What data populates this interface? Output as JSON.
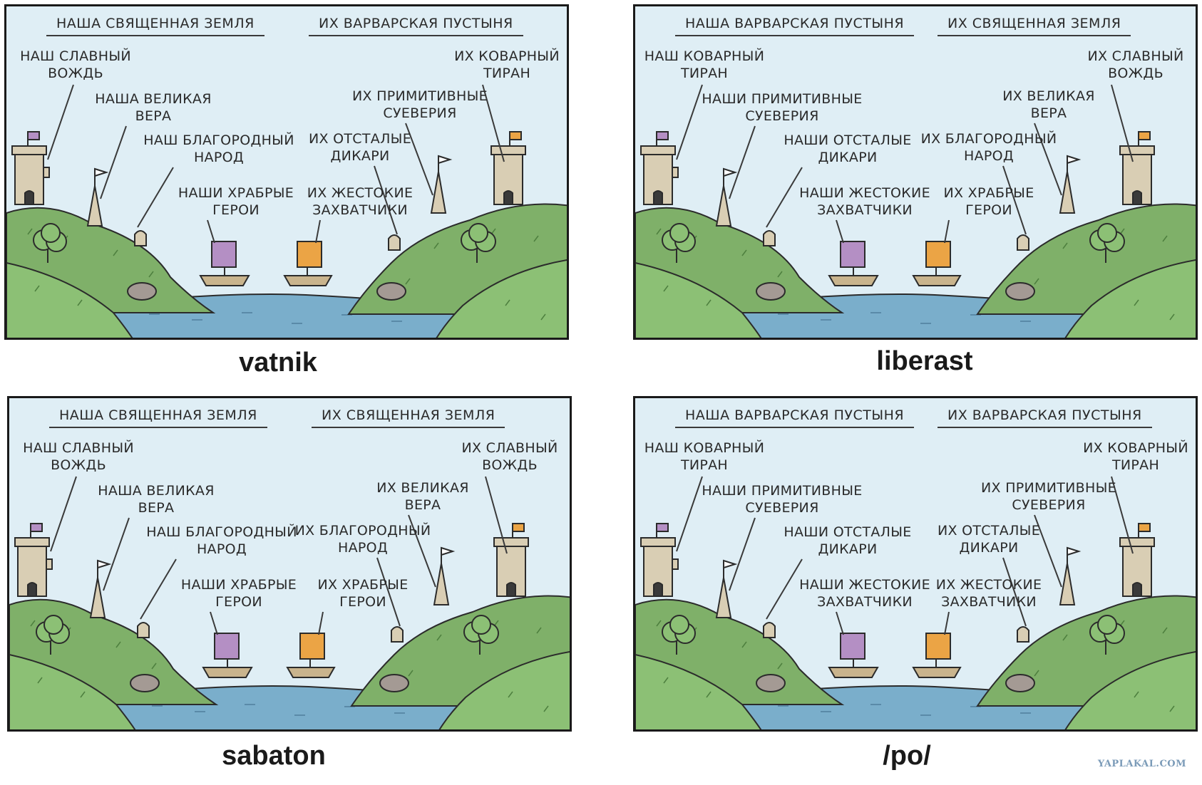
{
  "panels": [
    {
      "id": "vatnik",
      "header_left": "НАША СВЯЩЕННАЯ ЗЕМЛЯ",
      "header_right": "ИХ ВАРВАРСКАЯ ПУСТЫНЯ",
      "left": [
        "НАШ СЛАВНЫЙ\nВОЖДЬ",
        "НАША ВЕЛИКАЯ\nВЕРА",
        "НАШ БЛАГОРОДНЫЙ\nНАРОД",
        "НАШИ ХРАБРЫЕ\nГЕРОИ"
      ],
      "right": [
        "ИХ КОВАРНЫЙ\nТИРАН",
        "ИХ ПРИМИТИВНЫЕ\nСУЕВЕРИЯ",
        "ИХ ОТСТАЛЫЕ\nДИКАРИ",
        "ИХ ЖЕСТОКИЕ\nЗАХВАТЧИКИ"
      ],
      "caption": "vatnik"
    },
    {
      "id": "liberast",
      "header_left": "НАША ВАРВАРСКАЯ ПУСТЫНЯ",
      "header_right": "ИХ СВЯЩЕННАЯ ЗЕМЛЯ",
      "left": [
        "НАШ КОВАРНЫЙ\nТИРАН",
        "НАШИ ПРИМИТИВНЫЕ\nСУЕВЕРИЯ",
        "НАШИ ОТСТАЛЫЕ\nДИКАРИ",
        "НАШИ ЖЕСТОКИЕ\nЗАХВАТЧИКИ"
      ],
      "right": [
        "ИХ СЛАВНЫЙ\nВОЖДЬ",
        "ИХ ВЕЛИКАЯ\nВЕРА",
        "ИХ БЛАГОРОДНЫЙ\nНАРОД",
        "ИХ ХРАБРЫЕ\nГЕРОИ"
      ],
      "caption": "liberast"
    },
    {
      "id": "sabaton",
      "header_left": "НАША СВЯЩЕННАЯ ЗЕМЛЯ",
      "header_right": "ИХ СВЯЩЕННАЯ ЗЕМЛЯ",
      "left": [
        "НАШ СЛАВНЫЙ\nВОЖДЬ",
        "НАША ВЕЛИКАЯ\nВЕРА",
        "НАШ БЛАГОРОДНЫЙ\nНАРОД",
        "НАШИ ХРАБРЫЕ\nГЕРОИ"
      ],
      "right": [
        "ИХ СЛАВНЫЙ\nВОЖДЬ",
        "ИХ ВЕЛИКАЯ\nВЕРА",
        "ИХ БЛАГОРОДНЫЙ\nНАРОД",
        "ИХ ХРАБРЫЕ\nГЕРОИ"
      ],
      "caption": "sabaton"
    },
    {
      "id": "po",
      "header_left": "НАША ВАРВАРСКАЯ ПУСТЫНЯ",
      "header_right": "ИХ ВАРВАРСКАЯ ПУСТЫНЯ",
      "left": [
        "НАШ КОВАРНЫЙ\nТИРАН",
        "НАШИ ПРИМИТИВНЫЕ\nСУЕВЕРИЯ",
        "НАШИ ОТСТАЛЫЕ\nДИКАРИ",
        "НАШИ ЖЕСТОКИЕ\nЗАХВАТЧИКИ"
      ],
      "right": [
        "ИХ КОВАРНЫЙ\nТИРАН",
        "ИХ ПРИМИТИВНЫЕ\nСУЕВЕРИЯ",
        "ИХ ОТСТАЛЫЕ\nДИКАРИ",
        "ИХ ЖЕСТОКИЕ\nЗАХВАТЧИКИ"
      ],
      "caption": "/po/"
    }
  ],
  "watermark": "YAPLAKAL.COM",
  "colors": {
    "sky": "#dfeef5",
    "grass": "#7fb069",
    "water": "#7aaecb",
    "left_flag": "#b48fc4",
    "right_flag": "#eba445"
  }
}
